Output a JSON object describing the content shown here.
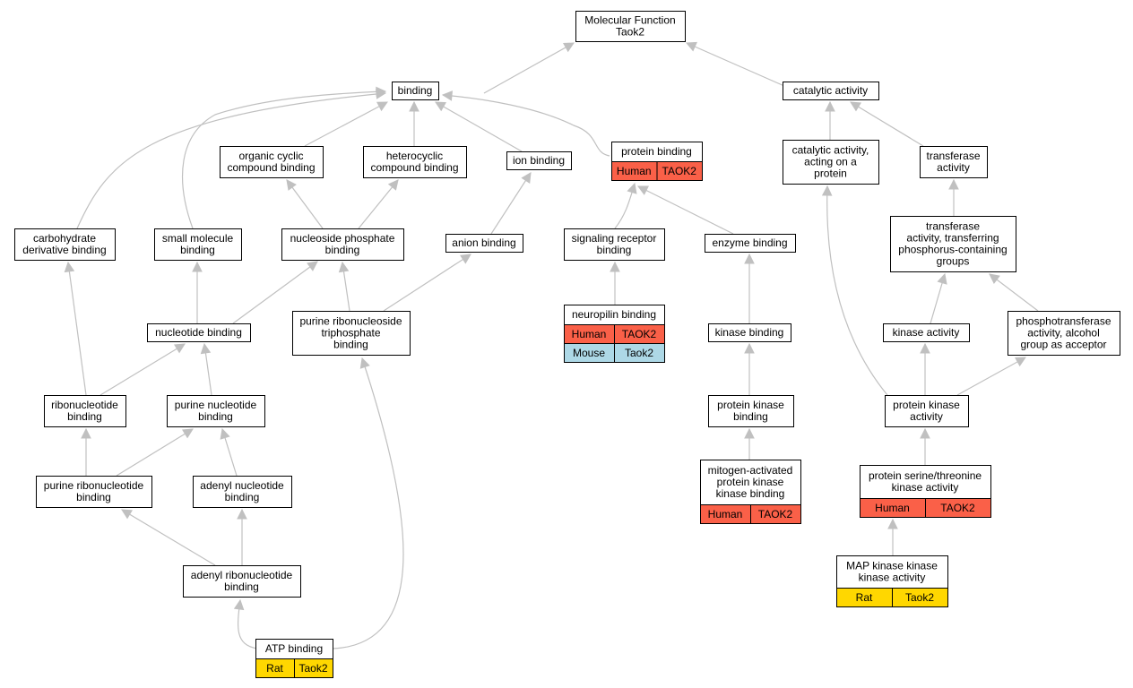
{
  "colors": {
    "human": "#fa6048",
    "rat": "#ffd700",
    "mouse": "#add8e6",
    "edge": "#c0c0c0"
  },
  "nodes": {
    "root": [
      "Molecular Function",
      "Taok2"
    ],
    "binding": [
      "binding"
    ],
    "catalytic_activity": [
      "catalytic activity"
    ],
    "organic_cyclic": [
      "organic cyclic",
      "compound binding"
    ],
    "heterocyclic": [
      "heterocyclic",
      "compound binding"
    ],
    "ion_binding": [
      "ion binding"
    ],
    "protein_binding": [
      "protein binding"
    ],
    "catalytic_protein": [
      "catalytic activity,",
      "acting on a",
      "protein"
    ],
    "transferase": [
      "transferase",
      "activity"
    ],
    "carbohydrate": [
      "carbohydrate",
      "derivative binding"
    ],
    "small_molecule": [
      "small molecule",
      "binding"
    ],
    "nucleoside_phosphate": [
      "nucleoside phosphate",
      "binding"
    ],
    "anion_binding": [
      "anion binding"
    ],
    "signaling_receptor": [
      "signaling receptor",
      "binding"
    ],
    "enzyme_binding": [
      "enzyme binding"
    ],
    "transferase_phosphorus": [
      "transferase",
      "activity, transferring",
      "phosphorus-containing",
      "groups"
    ],
    "nucleotide_binding": [
      "nucleotide binding"
    ],
    "purine_ribonucleoside_tp": [
      "purine ribonucleoside",
      "triphosphate",
      "binding"
    ],
    "neuropilin": [
      "neuropilin binding"
    ],
    "kinase_binding": [
      "kinase binding"
    ],
    "kinase_activity": [
      "kinase activity"
    ],
    "phosphotransferase": [
      "phosphotransferase",
      "activity, alcohol",
      "group as acceptor"
    ],
    "ribonucleotide": [
      "ribonucleotide",
      "binding"
    ],
    "purine_nucleotide": [
      "purine nucleotide",
      "binding"
    ],
    "protein_kinase_binding": [
      "protein kinase",
      "binding"
    ],
    "protein_kinase_activity": [
      "protein kinase",
      "activity"
    ],
    "purine_ribonucleotide": [
      "purine ribonucleotide",
      "binding"
    ],
    "adenyl_nucleotide": [
      "adenyl nucleotide",
      "binding"
    ],
    "mapk_binding": [
      "mitogen-activated",
      "protein kinase",
      "kinase binding"
    ],
    "ser_thr_kinase": [
      "protein serine/threonine",
      "kinase activity"
    ],
    "adenyl_ribonucleotide": [
      "adenyl ribonucleotide",
      "binding"
    ],
    "mapkkk": [
      "MAP kinase kinase",
      "kinase activity"
    ],
    "atp_binding": [
      "ATP binding"
    ]
  },
  "annotations": {
    "protein_binding": [
      [
        "Human",
        "TAOK2"
      ]
    ],
    "neuropilin": [
      [
        "Human",
        "TAOK2"
      ],
      [
        "Mouse",
        "Taok2"
      ]
    ],
    "mapk_binding": [
      [
        "Human",
        "TAOK2"
      ]
    ],
    "ser_thr_kinase": [
      [
        "Human",
        "TAOK2"
      ]
    ],
    "mapkkk": [
      [
        "Rat",
        "Taok2"
      ]
    ],
    "atp_binding": [
      [
        "Rat",
        "Taok2"
      ]
    ]
  }
}
